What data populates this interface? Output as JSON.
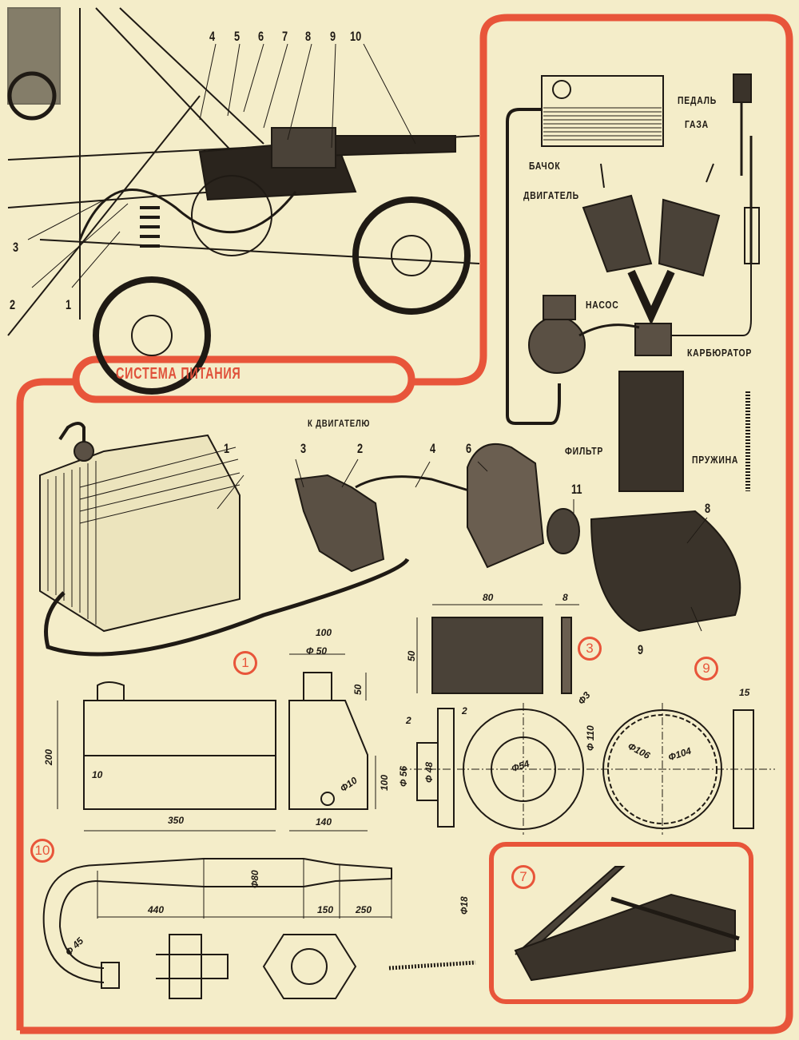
{
  "title": "СИСТЕМА ПИТАНИЯ",
  "colors": {
    "paper": "#f4edc9",
    "frame": "#e8553a",
    "ink": "#1f1a14"
  },
  "overview_drawing": {
    "callouts": [
      "1",
      "2",
      "3",
      "4",
      "5",
      "6",
      "7",
      "8",
      "9",
      "10"
    ]
  },
  "schematic": {
    "labels": {
      "tank": "БАЧОК",
      "engine": "ДВИГАТЕЛЬ",
      "pedal_line1": "ПЕДАЛЬ",
      "pedal_line2": "ГАЗА",
      "pump": "НАСОС",
      "carburetor": "КАРБЮРАТОР",
      "filter": "ФИЛЬТР",
      "spring": "ПРУЖИНА"
    }
  },
  "parts_view": {
    "to_engine": "К ДВИГАТЕЛЮ",
    "callouts": {
      "tank": "1",
      "pump": "2",
      "bracket": "3",
      "hose": "4",
      "carb": "6",
      "clamp": "11",
      "filter_cover": "8",
      "filter_body": "9"
    }
  },
  "detail_badges": {
    "tank": "1",
    "gasket": "3",
    "filter": "9",
    "muffler": "10",
    "mount": "7"
  },
  "tank_drawing": {
    "height": "200",
    "length": "350",
    "fitting_offset": "10",
    "side_top_width": "100",
    "neck_diameter": "Ф 50",
    "neck_height": "50",
    "side_lower_height": "100",
    "drain_diameter": "Ф10",
    "side_width": "140"
  },
  "gasket_drawing": {
    "width": "80",
    "thickness": "8",
    "height": "50"
  },
  "filter_drawing": {
    "flange_thickness_a": "2",
    "flange_thickness_b": "2",
    "outer_d": "Ф 56",
    "inner_d": "Ф 48",
    "hole_d": "Ф3",
    "ring_inner_d": "Ф54",
    "overall_d": "Ф 110",
    "mesh_d": "Ф106",
    "mesh_inner_d": "Ф104",
    "width": "15"
  },
  "muffler_drawing": {
    "pipe_d": "Ф 45",
    "body_d": "Ф80",
    "tail_d": "Ф18",
    "len_a": "440",
    "len_b": "150",
    "len_c": "250"
  }
}
